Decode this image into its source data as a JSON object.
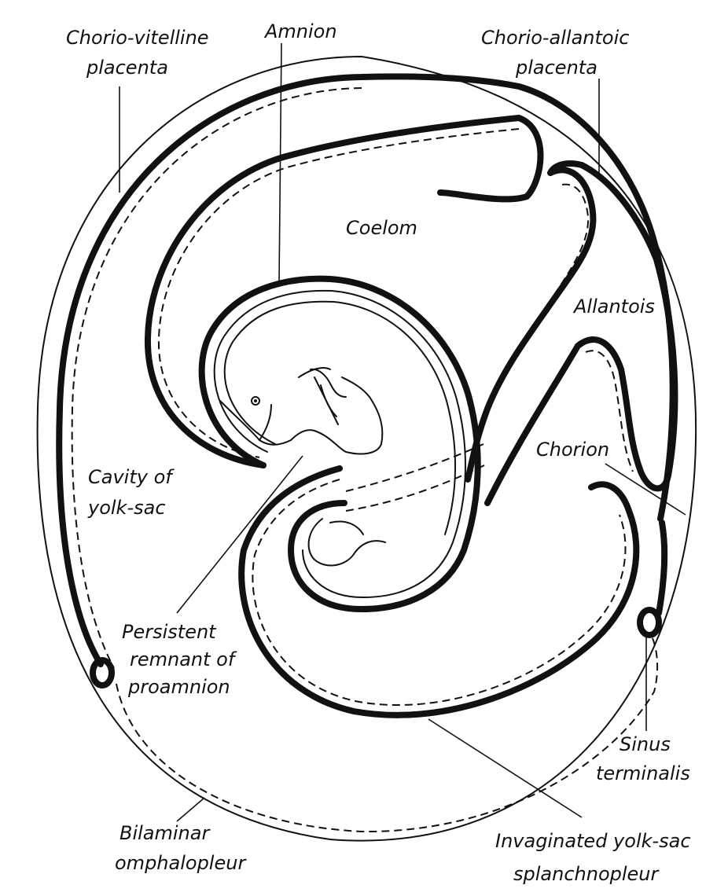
{
  "labels": {
    "chorio_vitelline_1": "Chorio-vitelline",
    "chorio_vitelline_2": "placenta",
    "amnion": "Amnion",
    "chorio_allantoic_1": "Chorio-allantoic",
    "chorio_allantoic_2": "placenta",
    "coelom": "Coelom",
    "allantois": "Allantois",
    "chorion": "Chorion",
    "cavity_yolk_1": "Cavity of",
    "cavity_yolk_2": "yolk-sac",
    "persistent_1": "Persistent",
    "persistent_2": "remnant of",
    "persistent_3": "proamnion",
    "sinus_1": "Sinus",
    "sinus_2": "terminalis",
    "bilaminar_1": "Bilaminar",
    "bilaminar_2": "omphalopleur",
    "invaginated_1": "Invaginated yolk-sac",
    "invaginated_2": "splanchnopleur"
  }
}
